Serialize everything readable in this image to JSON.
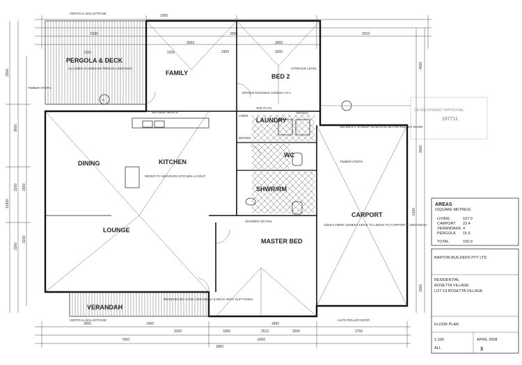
{
  "rooms": {
    "family": "FAMILY",
    "bed2": "BED 2",
    "laundry": "LAUNDRY",
    "wc": "WC",
    "shower": "SHWR/RM",
    "dining": "DINING",
    "kitchen": "KITCHEN",
    "lounge": "LOUNGE",
    "master": "MASTER BED",
    "carport": "CARPORT",
    "pergola": "PERGOLA & DECK",
    "verandah": "VERANDAH"
  },
  "dims_top": [
    "6100",
    "2200",
    "3300",
    "2200",
    "3000",
    "3310",
    "3550",
    "3200",
    "2300",
    "1000"
  ],
  "dims_bottom": [
    "3000",
    "1400",
    "3200",
    "1800",
    "3300",
    "2523",
    "3000",
    "2700",
    "7000",
    "6000",
    "1800"
  ],
  "dims_left": [
    "2500",
    "3600",
    "2200",
    "1500",
    "2300",
    "3200",
    "13300"
  ],
  "dims_right": [
    "4500",
    "3000",
    "6100",
    "1500"
  ],
  "notes": {
    "vertical_top": "VERTICAL BALUSTRADE",
    "vertical_bottom": "VERTICAL BALUSTRADE",
    "pergola_note": "GLASSED ALUMINIUM PERGOLA DECKING",
    "timber_steps_left": "TIMBER STEPS",
    "timber_steps_right": "TIMBER STEPS",
    "bed2_note": "DRIVEN NOGGING 2100mm A.F.L.",
    "storage": "STORAGE LEVEL",
    "see_plan": "SEE PLAN",
    "rough": "ROUGH",
    "linen": "LINEN",
    "broom": "BROOM",
    "slab_note": "100 MICX x 10 DEEP SLAB IN SLAB FOR ROLLER DOOR",
    "carport_note": "125mm FIBRE CEMENT EDGE TO LINING TO CARPORT & VERANDAH",
    "roller_door": "AUTO ROLLER DOOR",
    "shower_note": "SHOWER ON PAN",
    "kitchen_note": "REFER TO SEPARATE KITCHEN LAYOUT",
    "verandah_note": "REINFORCED CONC VERANDAH & DECK WITH SLIP FINISH",
    "bench": "900 DEEP BENCH"
  },
  "areas": {
    "title": "AREAS",
    "subtitle": "(SQUARE METRES)",
    "rows": [
      {
        "label": "LIVING",
        "value": "107.0"
      },
      {
        "label": "CARPORT",
        "value": "23.4"
      },
      {
        "label": "VERANDAHS",
        "value": "4"
      },
      {
        "label": "PERGOLA",
        "value": "15.5"
      }
    ],
    "total_label": "TOTAL",
    "total_value": "150.0"
  },
  "title_block": {
    "stamp": "DEVELOPMENT APPROVAL",
    "stamp_no": "157711",
    "builder": "BARTON BUILDERS PTY LTD",
    "project_label": "RESIDENTIAL",
    "project": "ROSETTA VILLAGE",
    "address": "LOT 13 ROSETTA VILLAGE",
    "sheet_label": "FLOOR PLAN",
    "scale": "1:100",
    "date": "APRIL 2008",
    "area_label": "ALL",
    "sheet_no": "3"
  }
}
